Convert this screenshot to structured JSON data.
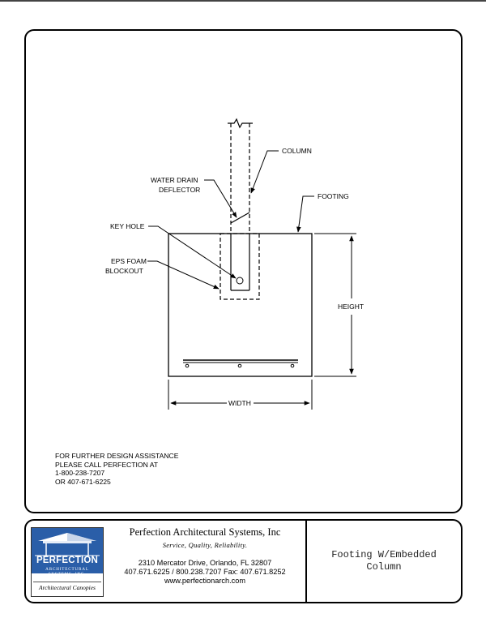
{
  "drawing": {
    "labels": {
      "column": "COLUMN",
      "water_drain_line1": "WATER DRAIN",
      "water_drain_line2": "DEFLECTOR",
      "footing": "FOOTING",
      "key_hole": "KEY HOLE",
      "eps_line1": "EPS FOAM",
      "eps_line2": "BLOCKOUT",
      "height": "HEIGHT",
      "width": "WIDTH"
    },
    "note_lines": [
      "FOR FURTHER DESIGN ASSISTANCE",
      "PLEASE CALL PERFECTION AT",
      "1-800-238-7207",
      "OR 407-671-6225"
    ]
  },
  "title_block": {
    "logo": {
      "wordmark": "PERFECTION",
      "sub_line1": "ARCHITECTURAL",
      "sub_line2": "SYSTEMS, INC.",
      "tagline": "Architectural Canopies"
    },
    "company_name": "Perfection Architectural Systems, Inc",
    "company_tagline": "Service, Quality, Reliability.",
    "address": "2310 Mercator Drive, Orlando, FL 32807",
    "phones": "407.671.6225 / 800.238.7207  Fax: 407.671.8252",
    "website": "www.perfectionarch.com",
    "drawing_title_line1": "Footing W/Embedded",
    "drawing_title_line2": "Column"
  },
  "colors": {
    "logo_blue": "#2a5ea8",
    "line": "#000000"
  }
}
